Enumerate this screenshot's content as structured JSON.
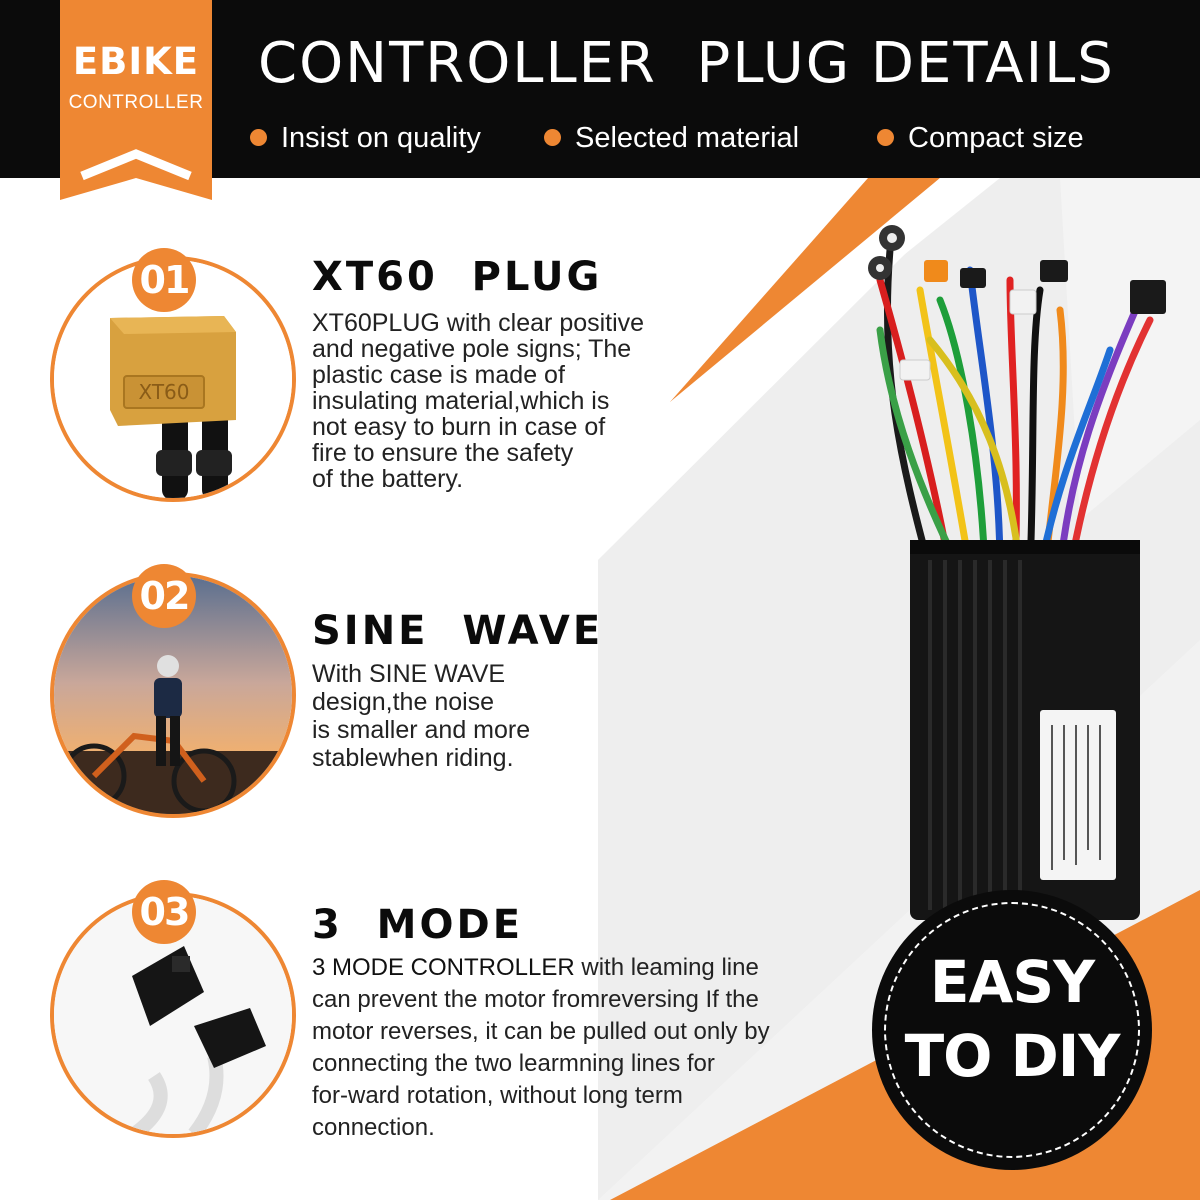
{
  "brand": {
    "title": "EBIKE",
    "subtitle": "CONTROLLER"
  },
  "header": {
    "title": "CONTROLLER  PLUG DETAILS",
    "features": [
      "Insist on quality",
      "Selected material",
      "Compact size"
    ]
  },
  "colors": {
    "accent": "#ee8733",
    "dark": "#0b0b0b",
    "background": "#ffffff"
  },
  "sections": [
    {
      "number": "01",
      "title": "XT60  PLUG",
      "image_label": "XT60",
      "description_lines": [
        "XT60PLUG with clear positive",
        "and negative pole signs; The",
        "plastic case is made of",
        "insulating material,which is",
        "not easy to burn in case of",
        "fire to ensure the safety",
        "of the battery."
      ]
    },
    {
      "number": "02",
      "title": "SINE  WAVE",
      "description_lines": [
        "With SINE WAVE",
        "design,the noise",
        "is smaller and more",
        "stablewhen riding."
      ]
    },
    {
      "number": "03",
      "title": "3  MODE",
      "lead": "3 MODE CONTROLLER",
      "description_lines": [
        " with leaming line",
        "can prevent the motor fromreversing If the",
        "motor reverses, it can be pulled out only by",
        "connecting the two learmning lines for",
        "for-ward rotation, without long term",
        "connection."
      ]
    }
  ],
  "badge_diy": {
    "line1": "EASY",
    "line2": "TO DIY"
  }
}
